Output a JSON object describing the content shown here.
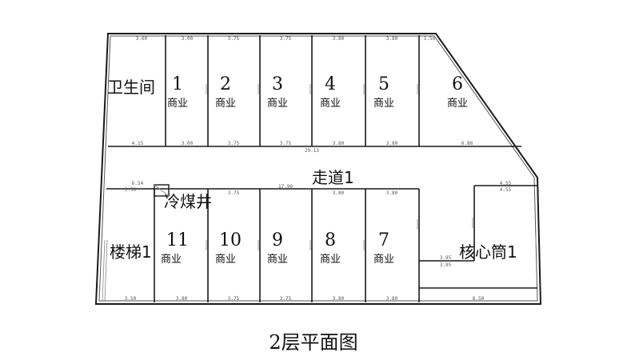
{
  "caption": "2层平面图",
  "rooms_top": [
    {
      "num": "1",
      "use": "商业"
    },
    {
      "num": "2",
      "use": "商业"
    },
    {
      "num": "3",
      "use": "商业"
    },
    {
      "num": "4",
      "use": "商业"
    },
    {
      "num": "5",
      "use": "商业"
    },
    {
      "num": "6",
      "use": "商业"
    }
  ],
  "rooms_bottom": [
    {
      "num": "11",
      "use": "商业"
    },
    {
      "num": "10",
      "use": "商业"
    },
    {
      "num": "9",
      "use": "商业"
    },
    {
      "num": "8",
      "use": "商业"
    },
    {
      "num": "7",
      "use": "商业"
    }
  ],
  "labels": {
    "toilet": "卫生间",
    "corridor": "走道1",
    "stair": "楼梯1",
    "coal_shaft": "冷煤井",
    "core": "核心筒1"
  },
  "dims_top_upper": [
    "3.60",
    "3.00",
    "3.75",
    "3.75",
    "3.80",
    "3.80",
    "1.56"
  ],
  "dims_top_lower": [
    "4.15",
    "3.00",
    "3.75",
    "3.75",
    "3.80",
    "3.80",
    "29.13",
    "6.88"
  ],
  "dims_mid": [
    "6.54",
    "3.50",
    "3.75",
    "17.90",
    "3.80",
    "3.80",
    "4.55",
    "4.55"
  ],
  "dims_bottom": [
    "3.50",
    "3.80",
    "3.75",
    "3.75",
    "3.80",
    "3.80",
    "8.50"
  ],
  "dims_core": [
    "3.95",
    "3.95"
  ]
}
